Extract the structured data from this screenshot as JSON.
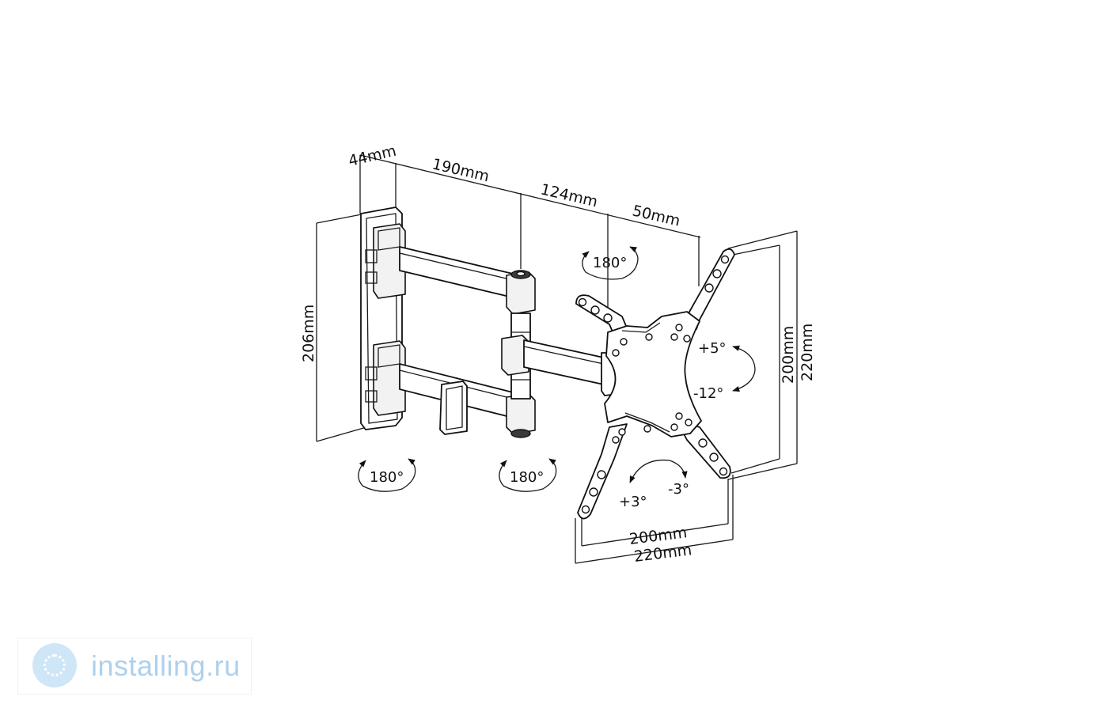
{
  "diagram": {
    "dimensions": {
      "depth_wall_plate": "44mm",
      "arm_first": "190mm",
      "arm_second": "124mm",
      "arm_third": "50mm",
      "plate_height": "206mm",
      "vesa_vertical_inner": "200mm",
      "vesa_vertical_outer": "220mm",
      "vesa_horizontal_inner": "200mm",
      "vesa_horizontal_outer": "220mm"
    },
    "rotations": {
      "top_swivel": "180°",
      "left_swivel": "180°",
      "middle_swivel": "180°",
      "tilt_up": "+5°",
      "tilt_down": "-12°",
      "roll_left": "+3°",
      "roll_right": "-3°"
    }
  },
  "watermark": {
    "text": "installing.ru",
    "icon": "globe-icon"
  }
}
